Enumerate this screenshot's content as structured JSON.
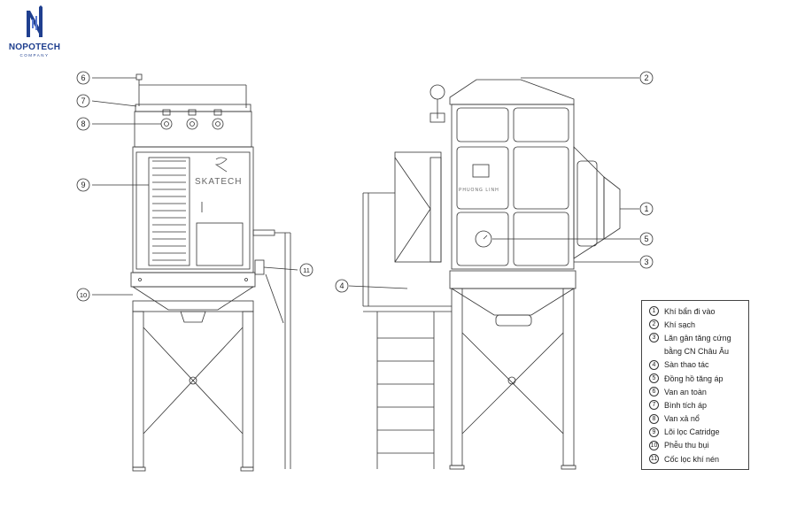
{
  "logo": {
    "brand": "NOPOTECH",
    "sub": "COMPANY",
    "color": "#1f3f8f",
    "icon": "nopotech-n-icon"
  },
  "left_view": {
    "front_text": "SKATECH",
    "callouts": [
      "6",
      "7",
      "8",
      "9",
      "10",
      "11"
    ]
  },
  "right_view": {
    "front_text": "PHUONG LINH",
    "callouts": [
      "1",
      "2",
      "3",
      "4",
      "5"
    ]
  },
  "legend": {
    "items": [
      {
        "num": "1",
        "lines": [
          "Khí bẩn đi vào"
        ]
      },
      {
        "num": "2",
        "lines": [
          "Khí sạch"
        ]
      },
      {
        "num": "3",
        "lines": [
          "Lăn gân tăng cứng",
          "bằng CN Châu Âu"
        ]
      },
      {
        "num": "4",
        "lines": [
          "Sàn thao tác"
        ]
      },
      {
        "num": "5",
        "lines": [
          "Đồng hồ tăng áp"
        ]
      },
      {
        "num": "6",
        "lines": [
          "Van an toàn"
        ]
      },
      {
        "num": "7",
        "lines": [
          "Bình tích áp"
        ]
      },
      {
        "num": "8",
        "lines": [
          "Van xả nổ"
        ]
      },
      {
        "num": "9",
        "lines": [
          "Lõi lọc Catridge"
        ]
      },
      {
        "num": "10",
        "lines": [
          "Phễu thu bụi"
        ]
      },
      {
        "num": "11",
        "lines": [
          "Cốc lọc khí nén"
        ]
      }
    ]
  },
  "colors": {
    "line": "#333333",
    "accent": "#1f3f8f"
  }
}
